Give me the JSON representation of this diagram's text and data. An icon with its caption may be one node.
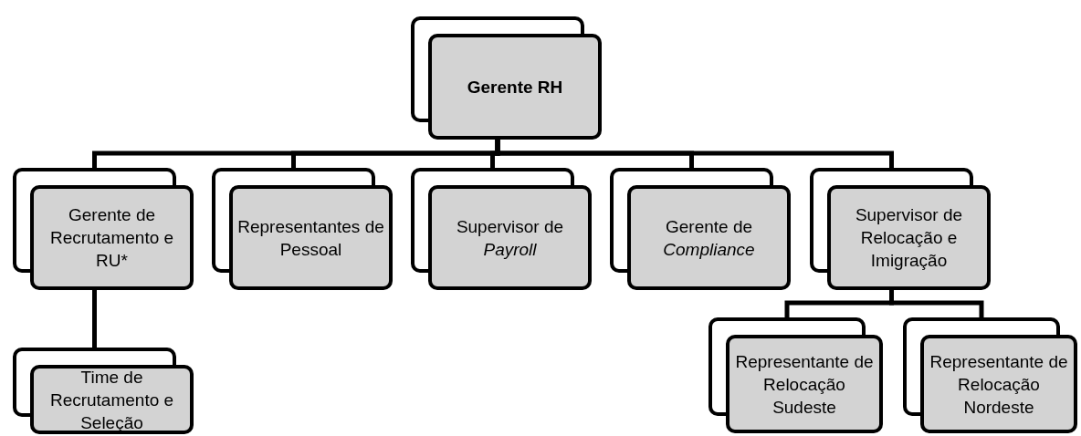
{
  "diagram": {
    "nodes": [
      {
        "text": [
          "Gerente RH"
        ]
      },
      {
        "text": [
          "Gerente de Recrutamento e RU*"
        ]
      },
      {
        "text": [
          "Representantes de Pessoal"
        ]
      },
      {
        "text": [
          "Supervisor de *Payroll*"
        ]
      },
      {
        "text": [
          "Gerente de *Compliance*"
        ]
      },
      {
        "text": [
          "Supervisor de Relocação e Imigração"
        ]
      },
      {
        "text": [
          "Time de Recrutamento e Seleção"
        ]
      },
      {
        "text": [
          "Representante de Relocação Sudeste"
        ]
      },
      {
        "text": [
          "Representante de Relocação Nordeste"
        ]
      }
    ],
    "edges": [
      {
        "from": 0,
        "to": 1,
        "arrow": "none"
      },
      {
        "from": 0,
        "to": 2,
        "arrow": "none"
      },
      {
        "from": 0,
        "to": 3,
        "arrow": "none"
      },
      {
        "from": 0,
        "to": 4,
        "arrow": "none"
      },
      {
        "from": 0,
        "to": 5,
        "arrow": "none"
      },
      {
        "from": 1,
        "to": 6,
        "arrow": "none"
      },
      {
        "from": 5,
        "to": 7,
        "arrow": "none"
      },
      {
        "from": 5,
        "to": 8,
        "arrow": "none"
      }
    ]
  }
}
